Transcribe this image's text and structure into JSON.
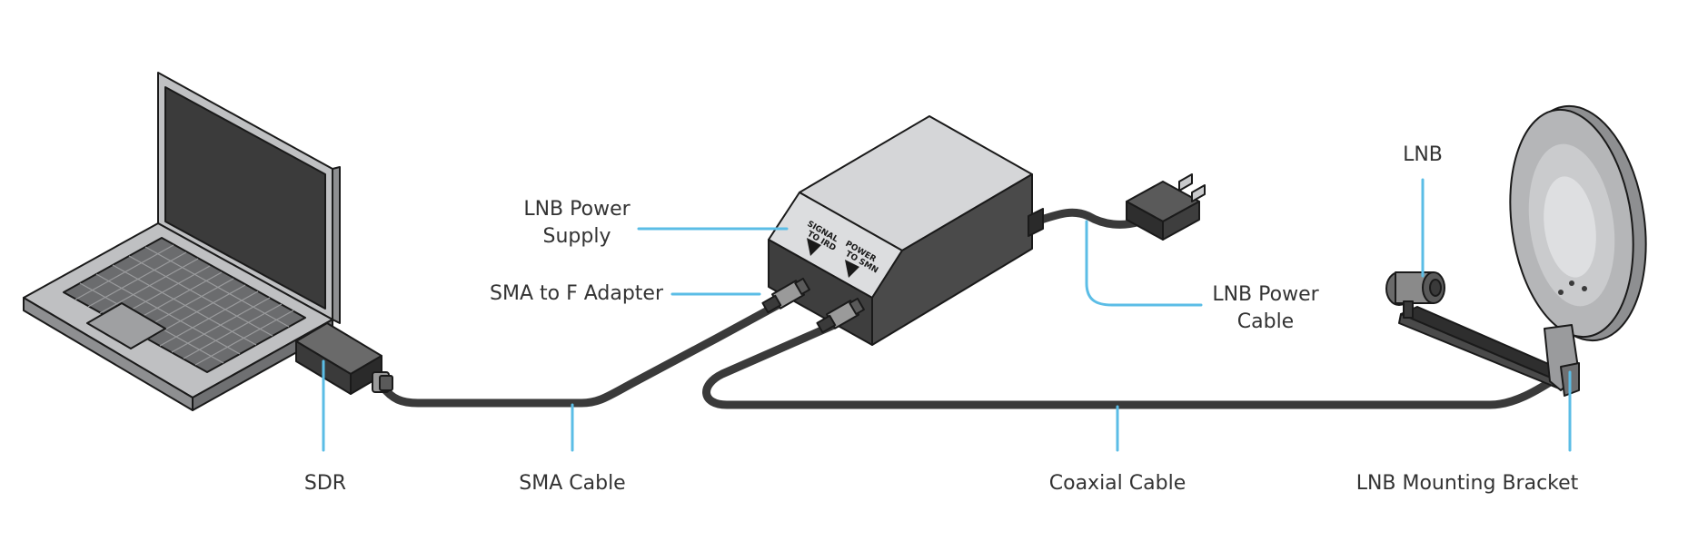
{
  "colors": {
    "callout": "#5bbde6",
    "cable": "#3a3a3a",
    "outline": "#1a1a1a",
    "label_text": "#333333",
    "device_dark": "#4a4a4a",
    "device_light": "#d5d6d8"
  },
  "devices": {
    "laptop": {
      "icon": "laptop-icon"
    },
    "sdr": {
      "icon": "sdr-dongle-icon"
    },
    "power_supply": {
      "icon": "lnb-power-supply-icon",
      "port_signal_line1": "SIGNAL",
      "port_signal_line2": "TO IRD",
      "port_power_line1": "POWER",
      "port_power_line2": "TO SMN"
    },
    "plug": {
      "icon": "ac-plug-icon"
    },
    "dish": {
      "icon": "satellite-dish-icon"
    },
    "lnb": {
      "icon": "lnb-icon"
    }
  },
  "labels": {
    "sdr": "SDR",
    "sma_cable": "SMA Cable",
    "coaxial_cable": "Coaxial Cable",
    "lnb_mounting_bracket": "LNB Mounting Bracket",
    "lnb_power_supply_line1": "LNB Power",
    "lnb_power_supply_line2": "Supply",
    "sma_to_f_adapter": "SMA to F Adapter",
    "lnb_power_cable_line1": "LNB Power",
    "lnb_power_cable_line2": "Cable",
    "lnb": "LNB"
  }
}
